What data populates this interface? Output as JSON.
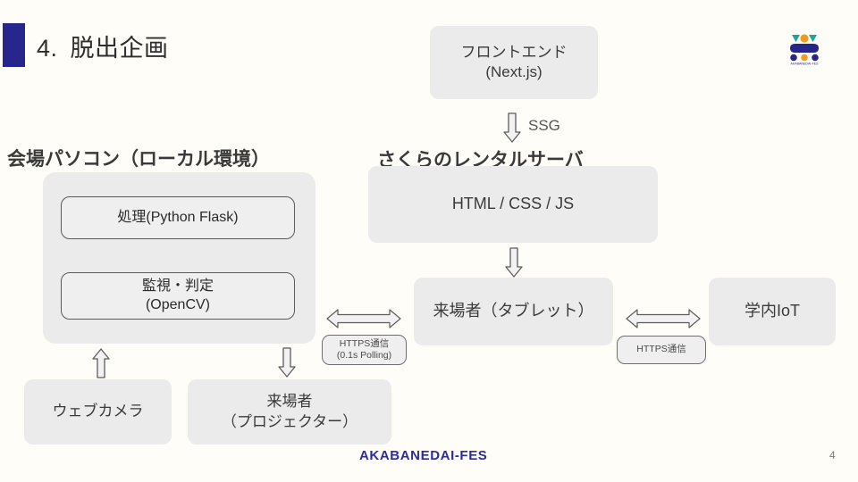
{
  "slide": {
    "title_number": "4.",
    "title": "脱出企画",
    "accent_color": "#26268c",
    "background_color": "#fffdf7",
    "box_fill": "#ebebeb",
    "page_number": "4"
  },
  "logo": {
    "name": "akabanedai-fes-logo",
    "caption": "AKABANEDAI-FES",
    "colors": {
      "teal": "#1aa79a",
      "orange": "#f29b1d",
      "navy": "#262689"
    }
  },
  "sections": {
    "local": {
      "heading": "会場パソコン（ローカル環境）",
      "boxes": [
        {
          "name": "processing",
          "label": "処理(Python Flask)"
        },
        {
          "name": "monitoring",
          "label_line1": "監視・判定",
          "label_line2": "(OpenCV)"
        }
      ]
    },
    "sakura": {
      "heading": "さくらのレンタルサーバ",
      "box_label": "HTML / CSS / JS"
    }
  },
  "nodes": {
    "frontend": {
      "line1": "フロントエンド",
      "line2": "(Next.js)"
    },
    "tablet": {
      "label": "来場者（タブレット）"
    },
    "iot": {
      "label": "学内IoT"
    },
    "webcam": {
      "label": "ウェブカメラ"
    },
    "projector": {
      "line1": "来場者",
      "line2": "（プロジェクター）"
    }
  },
  "connectors": {
    "ssg": {
      "label": "SSG",
      "direction": "down"
    },
    "html_to_tablet": {
      "direction": "down"
    },
    "webcam_to_pc": {
      "direction": "up"
    },
    "pc_to_projector": {
      "direction": "down"
    },
    "local_https": {
      "direction": "bidirectional",
      "label_line1": "HTTPS通信",
      "label_line2": "(0.1s Polling)"
    },
    "iot_https": {
      "direction": "bidirectional",
      "label_line1": "HTTPS通信",
      "label_line2": ""
    }
  },
  "footer": {
    "brand": "AKABANEDAI-FES",
    "page": "4"
  }
}
